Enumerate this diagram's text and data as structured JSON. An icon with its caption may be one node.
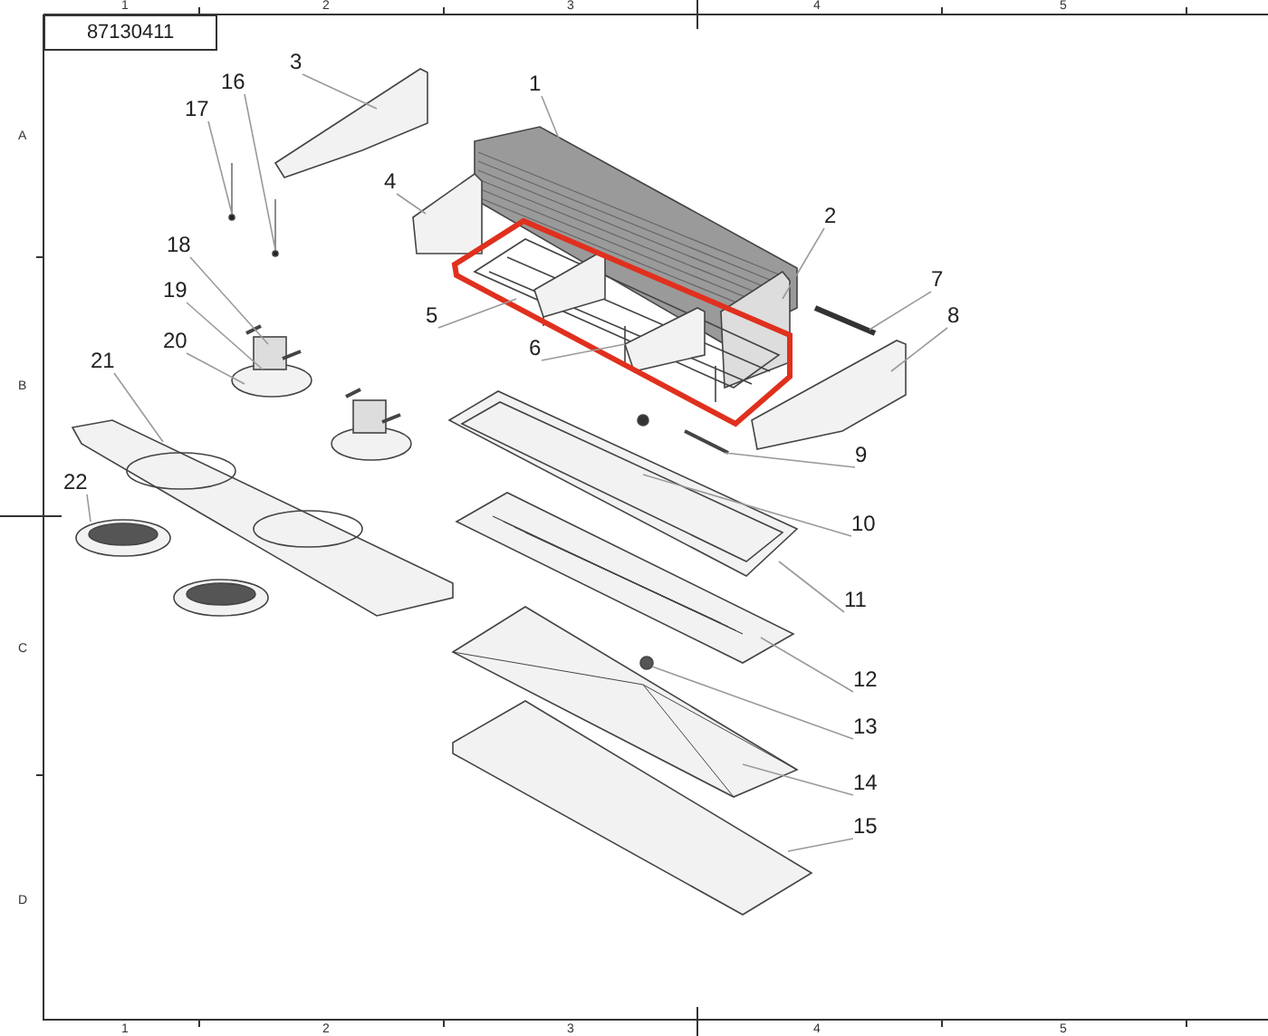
{
  "diagram": {
    "nodes": [
      {
        "text": [
          "87130411"
        ]
      },
      {
        "text": [
          "1"
        ]
      },
      {
        "text": [
          "2"
        ]
      },
      {
        "text": [
          "3"
        ]
      },
      {
        "text": [
          "4"
        ]
      },
      {
        "text": [
          "5"
        ]
      },
      {
        "text": [
          "6"
        ]
      },
      {
        "text": [
          "7"
        ]
      },
      {
        "text": [
          "8"
        ]
      },
      {
        "text": [
          "9"
        ]
      },
      {
        "text": [
          "10"
        ]
      },
      {
        "text": [
          "11"
        ]
      },
      {
        "text": [
          "12"
        ]
      },
      {
        "text": [
          "13"
        ]
      },
      {
        "text": [
          "14"
        ]
      },
      {
        "text": [
          "15"
        ]
      },
      {
        "text": [
          "16"
        ]
      },
      {
        "text": [
          "17"
        ]
      },
      {
        "text": [
          "18"
        ]
      },
      {
        "text": [
          "19"
        ]
      },
      {
        "text": [
          "20"
        ]
      },
      {
        "text": [
          "21"
        ]
      },
      {
        "text": [
          "22"
        ]
      }
    ],
    "edges": [
      {
        "from": 1,
        "to": null,
        "arrow": "none"
      },
      {
        "from": 2,
        "to": null,
        "arrow": "none"
      },
      {
        "from": 3,
        "to": null,
        "arrow": "none"
      },
      {
        "from": 4,
        "to": null,
        "arrow": "none"
      },
      {
        "from": 5,
        "to": null,
        "arrow": "none"
      },
      {
        "from": 6,
        "to": null,
        "arrow": "none"
      },
      {
        "from": 7,
        "to": null,
        "arrow": "none"
      },
      {
        "from": 8,
        "to": null,
        "arrow": "none"
      },
      {
        "from": 9,
        "to": null,
        "arrow": "none"
      },
      {
        "from": 10,
        "to": null,
        "arrow": "none"
      },
      {
        "from": 11,
        "to": null,
        "arrow": "none"
      },
      {
        "from": 12,
        "to": null,
        "arrow": "none"
      },
      {
        "from": 13,
        "to": null,
        "arrow": "none"
      },
      {
        "from": 14,
        "to": null,
        "arrow": "none"
      },
      {
        "from": 15,
        "to": null,
        "arrow": "none"
      },
      {
        "from": 16,
        "to": null,
        "arrow": "none"
      },
      {
        "from": 17,
        "to": null,
        "arrow": "none"
      },
      {
        "from": 18,
        "to": null,
        "arrow": "none"
      },
      {
        "from": 19,
        "to": null,
        "arrow": "none"
      },
      {
        "from": 20,
        "to": null,
        "arrow": "none"
      },
      {
        "from": 21,
        "to": null,
        "arrow": "none"
      },
      {
        "from": 22,
        "to": null,
        "arrow": "none"
      }
    ],
    "labels": [
      "1",
      "2",
      "3",
      "4",
      "5",
      "A",
      "B",
      "C",
      "D",
      "1",
      "2",
      "3",
      "4",
      "5"
    ]
  }
}
